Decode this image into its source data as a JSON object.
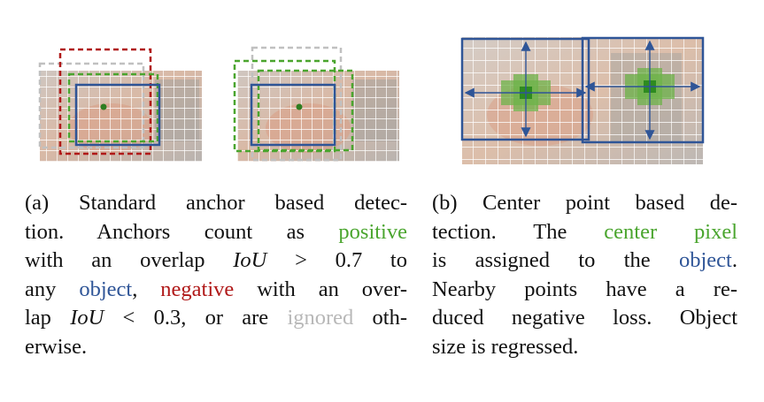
{
  "figure": {
    "panel_a": {
      "label": "(a)",
      "caption_lines": [
        [
          "(a) Standard anchor based detec-"
        ],
        [
          "tion.   Anchors count as ",
          "positive"
        ],
        [
          "with an overlap ",
          "IoU",
          " > 0.7 to"
        ],
        [
          "any ",
          "object",
          ", ",
          "negative",
          " with an over-"
        ],
        [
          "lap ",
          "IoU",
          " < 0.3, or are ",
          "ignored",
          " oth-"
        ],
        [
          "erwise."
        ]
      ],
      "terms": {
        "positive": "positive",
        "object": "object",
        "negative": "negative",
        "ignored": "ignored"
      }
    },
    "panel_b": {
      "label": "(b)",
      "caption_lines": [
        [
          "(b) Center point based de-"
        ],
        [
          "tection.   The ",
          "center pixel"
        ],
        [
          "is assigned to the ",
          "object",
          "."
        ],
        [
          "Nearby points have a re-"
        ],
        [
          "duced negative loss. Object"
        ],
        [
          "size is regressed."
        ]
      ],
      "terms": {
        "center_pixel": "center pixel",
        "object": "object"
      }
    },
    "colors": {
      "positive": "#4aa52e",
      "object": "#2f5597",
      "negative": "#b01818",
      "ignored": "#b8b8b8"
    }
  }
}
